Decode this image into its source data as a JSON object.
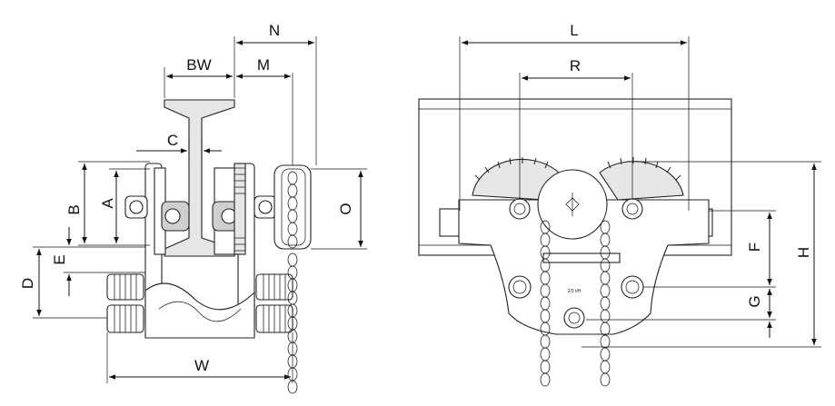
{
  "left_view": {
    "labels": {
      "N": "N",
      "BW": "BW",
      "M": "M",
      "C": "C",
      "A": "A",
      "B": "B",
      "O": "O",
      "E": "E",
      "D": "D",
      "W": "W"
    }
  },
  "right_view": {
    "labels": {
      "L": "L",
      "R": "R",
      "F": "F",
      "H": "H",
      "G": "G"
    },
    "plate_text": "2/3 t/H"
  }
}
